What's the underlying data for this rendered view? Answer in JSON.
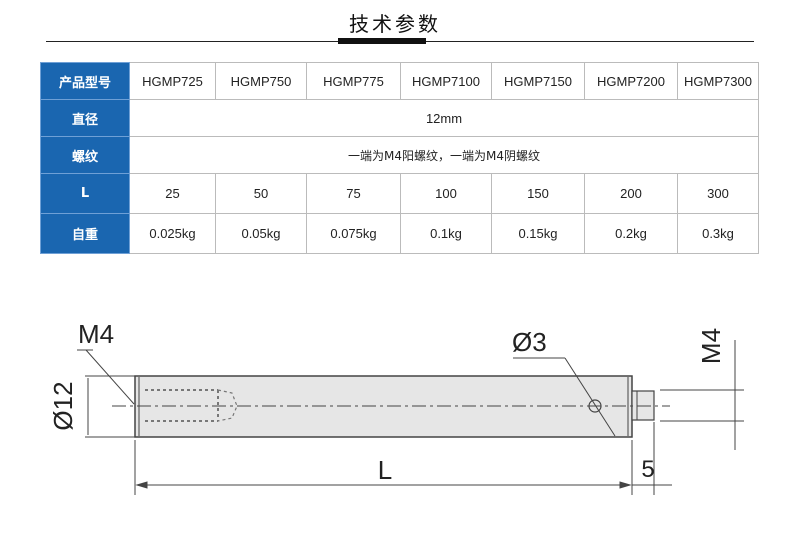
{
  "title": "技术参数",
  "table": {
    "row_labels": [
      "产品型号",
      "直径",
      "螺纹",
      "L",
      "自重"
    ],
    "models": [
      "HGMP725",
      "HGMP750",
      "HGMP775",
      "HGMP7100",
      "HGMP7150",
      "HGMP7200",
      "HGMP7300"
    ],
    "diameter": "12mm",
    "thread": "一端为M4阳螺纹，一端为M4阴螺纹",
    "lengths": [
      "25",
      "50",
      "75",
      "100",
      "150",
      "200",
      "300"
    ],
    "weights": [
      "0.025kg",
      "0.05kg",
      "0.075kg",
      "0.1kg",
      "0.15kg",
      "0.2kg",
      "0.3kg"
    ]
  },
  "drawing": {
    "left_thread": "M4",
    "diameter": "Ø12",
    "hole": "Ø3",
    "right_thread": "M4",
    "length": "L",
    "stud_length": "5"
  }
}
